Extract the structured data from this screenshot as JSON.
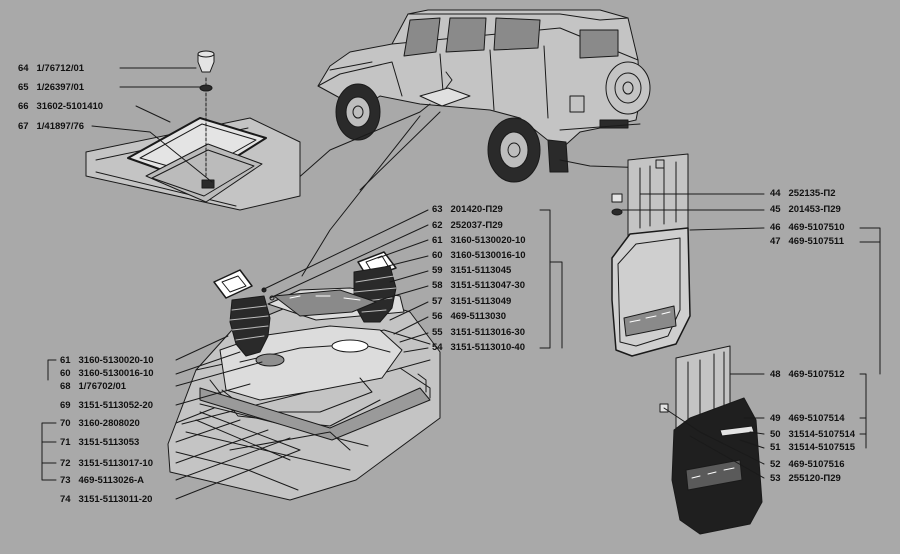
{
  "colors": {
    "background": "#a9a9a9",
    "line": "#1a1a1a",
    "panel": "#c4c4c4",
    "rubber": "#2a2a2a"
  },
  "callouts": {
    "top_left": [
      {
        "num": "64",
        "code": "1/76712/01"
      },
      {
        "num": "65",
        "code": "1/26397/01"
      },
      {
        "num": "66",
        "code": "31602-5101410"
      },
      {
        "num": "67",
        "code": "1/41897/76"
      }
    ],
    "center": [
      {
        "num": "63",
        "code": "201420-П29"
      },
      {
        "num": "62",
        "code": "252037-П29"
      },
      {
        "num": "61",
        "code": "3160-5130020-10"
      },
      {
        "num": "60",
        "code": "3160-5130016-10"
      },
      {
        "num": "59",
        "code": "3151-5113045"
      },
      {
        "num": "58",
        "code": "3151-5113047-30"
      },
      {
        "num": "57",
        "code": "3151-5113049"
      },
      {
        "num": "56",
        "code": "469-5113030"
      },
      {
        "num": "55",
        "code": "3151-5113016-30"
      },
      {
        "num": "54",
        "code": "3151-5113010-40"
      }
    ],
    "bottom_left": [
      {
        "num": "61",
        "code": "3160-5130020-10"
      },
      {
        "num": "60",
        "code": "3160-5130016-10"
      },
      {
        "num": "68",
        "code": "1/76702/01"
      },
      {
        "num": "69",
        "code": "3151-5113052-20"
      },
      {
        "num": "70",
        "code": "3160-2808020"
      },
      {
        "num": "71",
        "code": "3151-5113053"
      },
      {
        "num": "72",
        "code": "3151-5113017-10"
      },
      {
        "num": "73",
        "code": "469-5113026-А"
      },
      {
        "num": "74",
        "code": "3151-5113011-20"
      }
    ],
    "right": [
      {
        "num": "44",
        "code": "252135-П2"
      },
      {
        "num": "45",
        "code": "201453-П29"
      },
      {
        "num": "46",
        "code": "469-5107510"
      },
      {
        "num": "47",
        "code": "469-5107511"
      },
      {
        "num": "48",
        "code": "469-5107512"
      },
      {
        "num": "49",
        "code": "469-5107514"
      },
      {
        "num": "50",
        "code": "31514-5107514"
      },
      {
        "num": "51",
        "code": "31514-5107515"
      },
      {
        "num": "52",
        "code": "469-5107516"
      },
      {
        "num": "53",
        "code": "255120-П29"
      }
    ]
  }
}
